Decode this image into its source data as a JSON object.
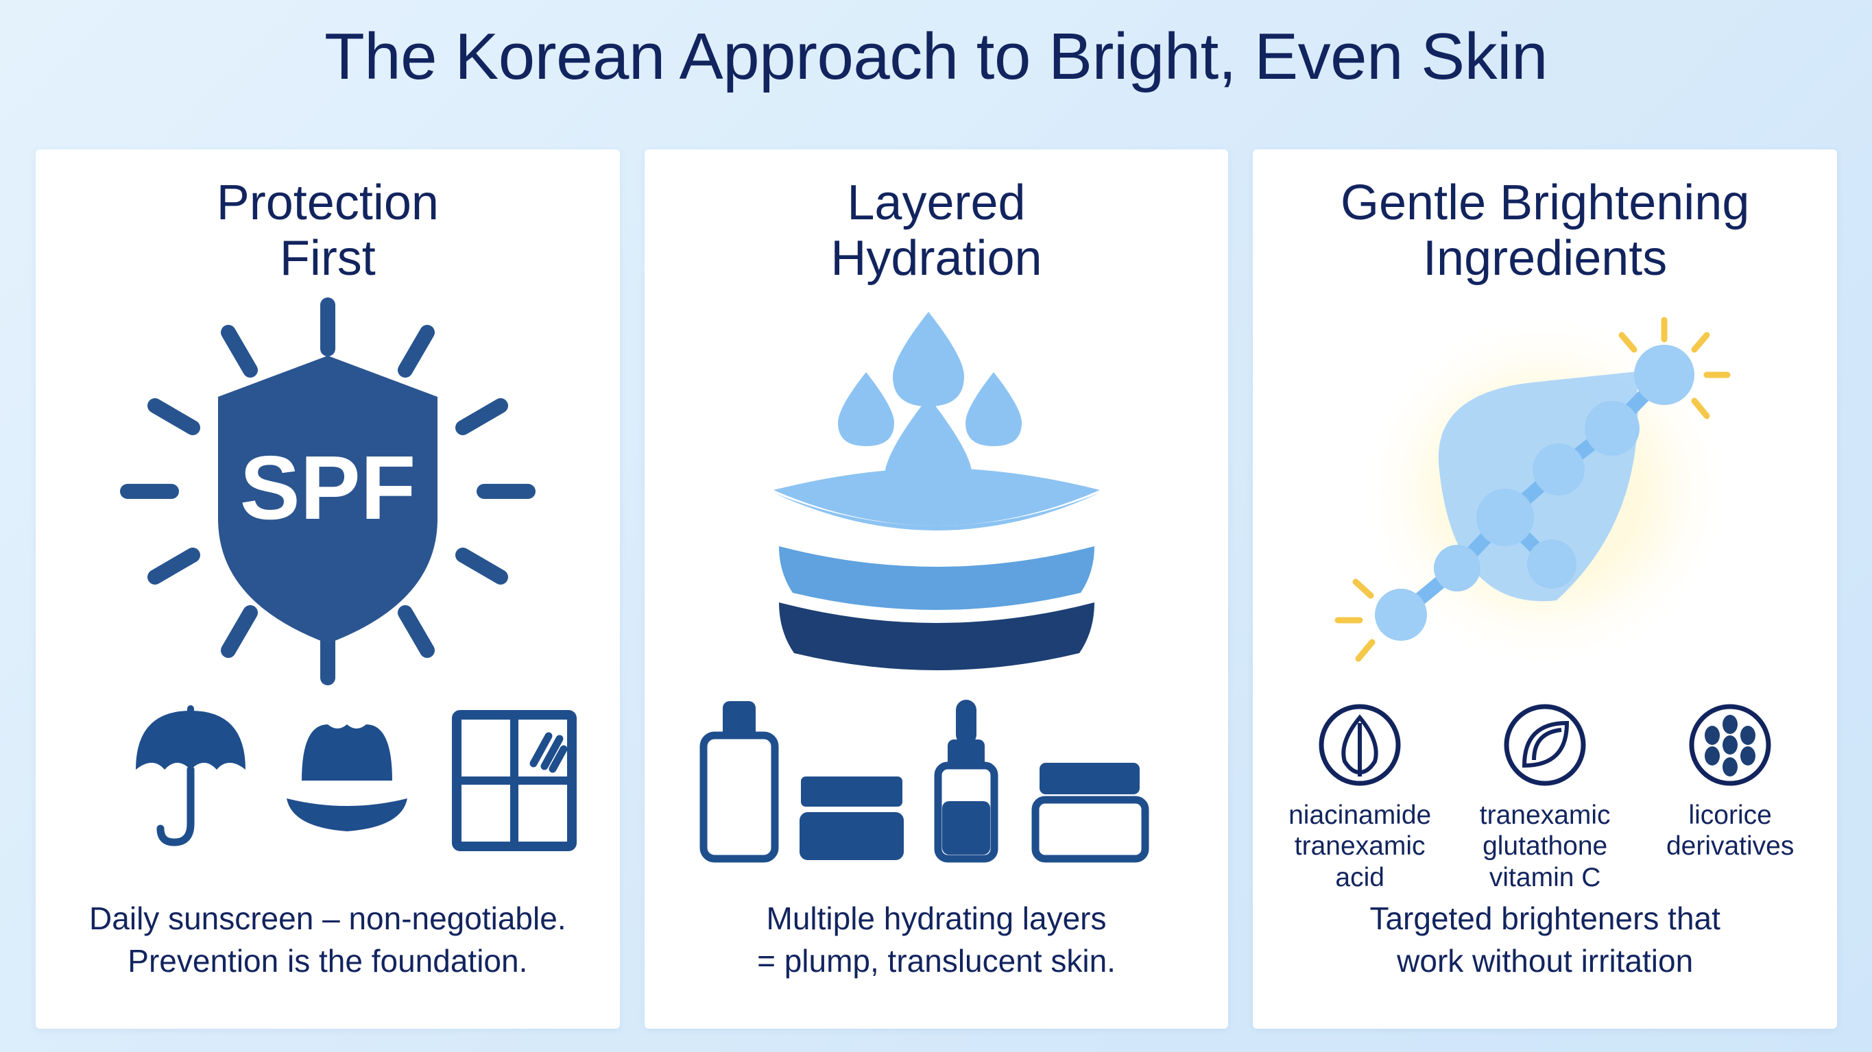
{
  "poster": {
    "title": "The Korean Approach to Bright, Even Skin",
    "background_color": "#dcedfb",
    "card_background": "#ffffff",
    "navy": "#12245e",
    "icon_blue": "#1f4e8c",
    "accent_light_blue": "#9ecdf5",
    "accent_mid_blue": "#5fa2df",
    "accent_dark_blue": "#1d3f73",
    "sparkle_yellow": "#f5c84a"
  },
  "cards": [
    {
      "heading": "Protection\nFirst",
      "hero_icon": "spf-shield-with-sun-rays-icon",
      "shield_label": "SPF",
      "sub_icons": [
        {
          "name": "umbrella-icon"
        },
        {
          "name": "sun-hat-icon"
        },
        {
          "name": "window-icon"
        }
      ],
      "caption": "Daily sunscreen – non-negotiable.\nPrevention is the foundation."
    },
    {
      "heading": "Layered\nHydration",
      "hero_icon": "water-droplets-over-layers-icon",
      "droplet_count": 4,
      "layer_count": 3,
      "sub_icons": [
        {
          "name": "toner-bottle-icon"
        },
        {
          "name": "cream-jar-icon"
        },
        {
          "name": "serum-dropper-bottle-icon"
        },
        {
          "name": "moisturizer-jar-icon"
        }
      ],
      "caption": "Multiple hydrating layers\n= plump, translucent skin."
    },
    {
      "heading": "Gentle Brightening\nIngredients",
      "hero_icon": "glowing-leaf-molecule-icon",
      "molecule_node_count": 7,
      "ingredients": [
        {
          "icon": "leaf-outline-circle-icon",
          "label": "niacinamide\ntranexamic\nacid"
        },
        {
          "icon": "leaf-swirl-circle-icon",
          "label": "tranexamic\nglutathone\nvitamin C"
        },
        {
          "icon": "seed-cluster-circle-icon",
          "label": "licorice\nderivatives"
        }
      ],
      "caption": "Targeted brighteners that\nwork without irritation"
    }
  ]
}
